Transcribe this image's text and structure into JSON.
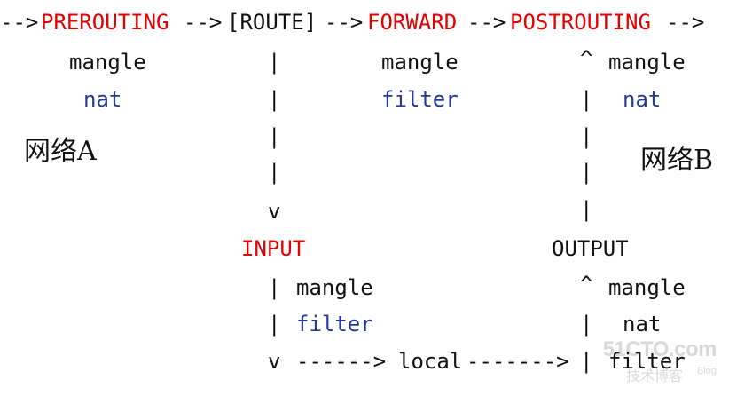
{
  "flow": {
    "arrow_prefix": "-->",
    "prerouting": "PREROUTING",
    "arrow_1": "-->",
    "route": "[ROUTE]",
    "arrow_2": "-->",
    "forward": "FORWARD",
    "arrow_3": "-->",
    "postrouting": "POSTROUTING",
    "arrow_4": "-->"
  },
  "prerouting_tables": {
    "mangle": "mangle",
    "nat": "nat"
  },
  "forward_tables": {
    "mangle": "mangle",
    "filter": "filter"
  },
  "postrouting_tables": {
    "caret": "^",
    "mangle": "mangle",
    "nat": "nat"
  },
  "pipe": "|",
  "down_arrow": "v",
  "up_arrow": "^",
  "input": {
    "label": "INPUT",
    "mangle": "mangle",
    "filter": "filter"
  },
  "output": {
    "label": "OUTPUT",
    "mangle": "mangle",
    "nat": "nat",
    "filter": "filter"
  },
  "local_path": {
    "arrow_left": "------>",
    "local": "local",
    "arrow_right": "------->"
  },
  "networks": {
    "left": "网络A",
    "right": "网络B"
  },
  "watermark": {
    "main": "51CTO.com",
    "sub": "技术博客",
    "blog": "Blog"
  },
  "colors": {
    "chain": "#e30000",
    "table_blue": "#24389a",
    "text": "#111111"
  }
}
